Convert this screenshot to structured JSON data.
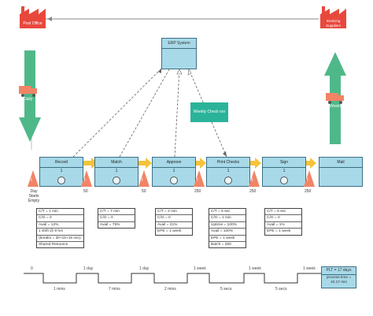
{
  "supplier_left": {
    "label": "Post Office"
  },
  "supplier_right": {
    "label": "Invoicing Suppliers"
  },
  "erp": {
    "label": "ERP System"
  },
  "kaizen": {
    "label": "Weekly Check run"
  },
  "shipment_left": {
    "label": "Daily"
  },
  "shipment_right": {
    "label": "Weekly"
  },
  "processes": [
    {
      "name": "Record",
      "count": "1"
    },
    {
      "name": "Match",
      "count": "1"
    },
    {
      "name": "Approve",
      "count": "1"
    },
    {
      "name": "Print Checks",
      "count": "1"
    },
    {
      "name": "Sign",
      "count": "1"
    },
    {
      "name": "Mail",
      "count": ""
    }
  ],
  "inventory": [
    {
      "symbol": "I",
      "value": "Day Starts Empty"
    },
    {
      "symbol": "I",
      "value": "50"
    },
    {
      "symbol": "I",
      "value": "50"
    },
    {
      "symbol": "I",
      "value": "250"
    },
    {
      "symbol": "I",
      "value": "250"
    },
    {
      "symbol": "I",
      "value": "250"
    }
  ],
  "data_boxes": [
    {
      "rows": [
        "C/T = 1 min",
        "C/O = 0",
        "Avail = 12%",
        "1 shift @ 8 hrs",
        "(breaks = 30+15+15 min)",
        "Shared Resource"
      ]
    },
    {
      "rows": [
        "C/T = 7 min",
        "C/O = 0",
        "Avail = 75%"
      ]
    },
    {
      "rows": [
        "C/T = 2 min",
        "C/O = 0",
        "Avail = 21%",
        "EPE = 1 week"
      ]
    },
    {
      "rows": [
        "C/T = 5 sec",
        "C/O = 1 min",
        "Uptime = 100%",
        "Avail = 100%",
        "EPE = 1 week",
        "Batch = 250"
      ]
    },
    {
      "rows": [
        "C/T = 5 sec",
        "C/O = 0",
        "Avail = 1%",
        "EPE = 1 week"
      ]
    }
  ],
  "timeline": {
    "upper": [
      "0",
      "1 day",
      "1 day",
      "1 week",
      "1 week",
      "1 week"
    ],
    "lower": [
      "1 mins",
      "7 mins",
      "2 mins",
      "5 secs",
      "5 secs"
    ],
    "summary": {
      "plt": "PLT = 17 days",
      "pt": "process time = 10.17 min"
    }
  },
  "colors": {
    "factory": "#e8483c",
    "process": "#a8d9e8",
    "kaizen": "#2bb39a",
    "shipment_arrow": "#4fb889",
    "truck": "#f28466",
    "push_arrow": "#f5c33b",
    "triangle": "#f28466"
  }
}
